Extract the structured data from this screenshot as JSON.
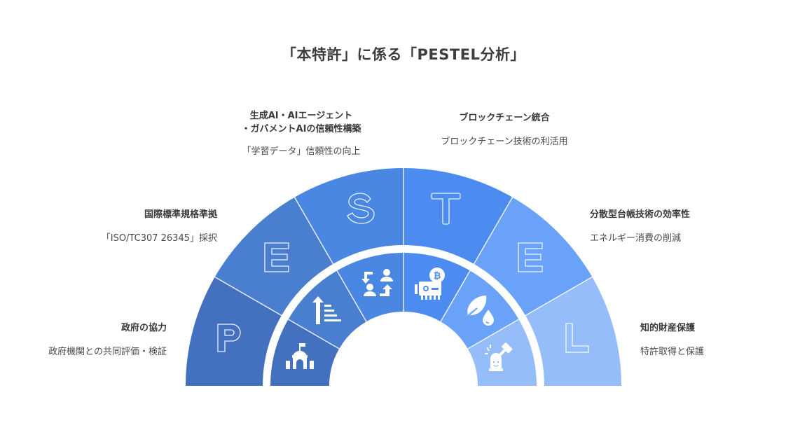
{
  "title": "「本特許」に係る「PESTEL分析」",
  "segments": [
    {
      "letter": "P",
      "heading": "政府の協力",
      "description": "政府機関との共同評価・検証",
      "color": "#4371bf",
      "icon": "government-building-icon"
    },
    {
      "letter": "E",
      "heading": "国際標準規格準拠",
      "description": "「ISO/TC307 26345」採択",
      "color": "#4a7fd0",
      "icon": "growth-arrow-icon"
    },
    {
      "letter": "S",
      "heading_line1": "生成AI・AIエージェント",
      "heading_line2": "・ガバメントAIの信頼性構築",
      "description": "「学習データ」信頼性の向上",
      "color": "#4a87e2",
      "icon": "people-exchange-icon"
    },
    {
      "letter": "T",
      "heading": "ブロックチェーン統合",
      "description": "ブロックチェーン技術の利活用",
      "color": "#4c8cf0",
      "icon": "bitcoin-mining-card-icon"
    },
    {
      "letter": "E",
      "heading": "分散型台帳技術の効率性",
      "description": "エネルギー消費の削減",
      "color": "#69a2f8",
      "icon": "leaf-water-drop-icon"
    },
    {
      "letter": "L",
      "heading": "知的財産保護",
      "description": "特許取得と保護",
      "color": "#95bdfa",
      "icon": "gavel-icon"
    }
  ],
  "chart_data": {
    "type": "diagram",
    "title": "「本特許」に係る「PESTEL分析」",
    "layout": "semicircle, 6 equal 30° segments, outer letter ring + inner icon ring",
    "items": [
      {
        "factor": "P",
        "heading": "政府の協力",
        "description": "政府機関との共同評価・検証"
      },
      {
        "factor": "E",
        "heading": "国際標準規格準拠",
        "description": "「ISO/TC307 26345」採択"
      },
      {
        "factor": "S",
        "heading": "生成AI・AIエージェント・ガバメントAIの信頼性構築",
        "description": "「学習データ」信頼性の向上"
      },
      {
        "factor": "T",
        "heading": "ブロックチェーン統合",
        "description": "ブロックチェーン技術の利活用"
      },
      {
        "factor": "E",
        "heading": "分散型台帳技術の効率性",
        "description": "エネルギー消費の削減"
      },
      {
        "factor": "L",
        "heading": "知的財産保護",
        "description": "特許取得と保護"
      }
    ]
  }
}
